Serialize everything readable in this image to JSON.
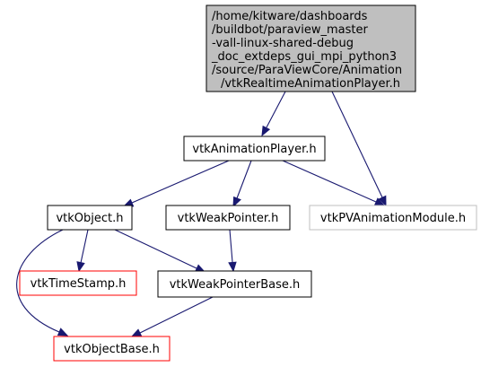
{
  "colors": {
    "root_fill": "#bfbfbf",
    "node_fill": "#ffffff",
    "border_default": "#000000",
    "border_missing": "#bfbfbf",
    "border_truncated": "#ff0000",
    "edge": "#191970"
  },
  "nodes": {
    "root": {
      "lines": [
        "/home/kitware/dashboards",
        "/buildbot/paraview_master",
        "-vall-linux-shared-debug",
        "_doc_extdeps_gui_mpi_python3",
        "/source/ParaViewCore/Animation",
        "/vtkRealtimeAnimationPlayer.h"
      ]
    },
    "animation_player": {
      "label": "vtkAnimationPlayer.h"
    },
    "object": {
      "label": "vtkObject.h"
    },
    "weak_pointer": {
      "label": "vtkWeakPointer.h"
    },
    "pv_animation_module": {
      "label": "vtkPVAnimationModule.h"
    },
    "time_stamp": {
      "label": "vtkTimeStamp.h"
    },
    "weak_pointer_base": {
      "label": "vtkWeakPointerBase.h"
    },
    "object_base": {
      "label": "vtkObjectBase.h"
    }
  }
}
